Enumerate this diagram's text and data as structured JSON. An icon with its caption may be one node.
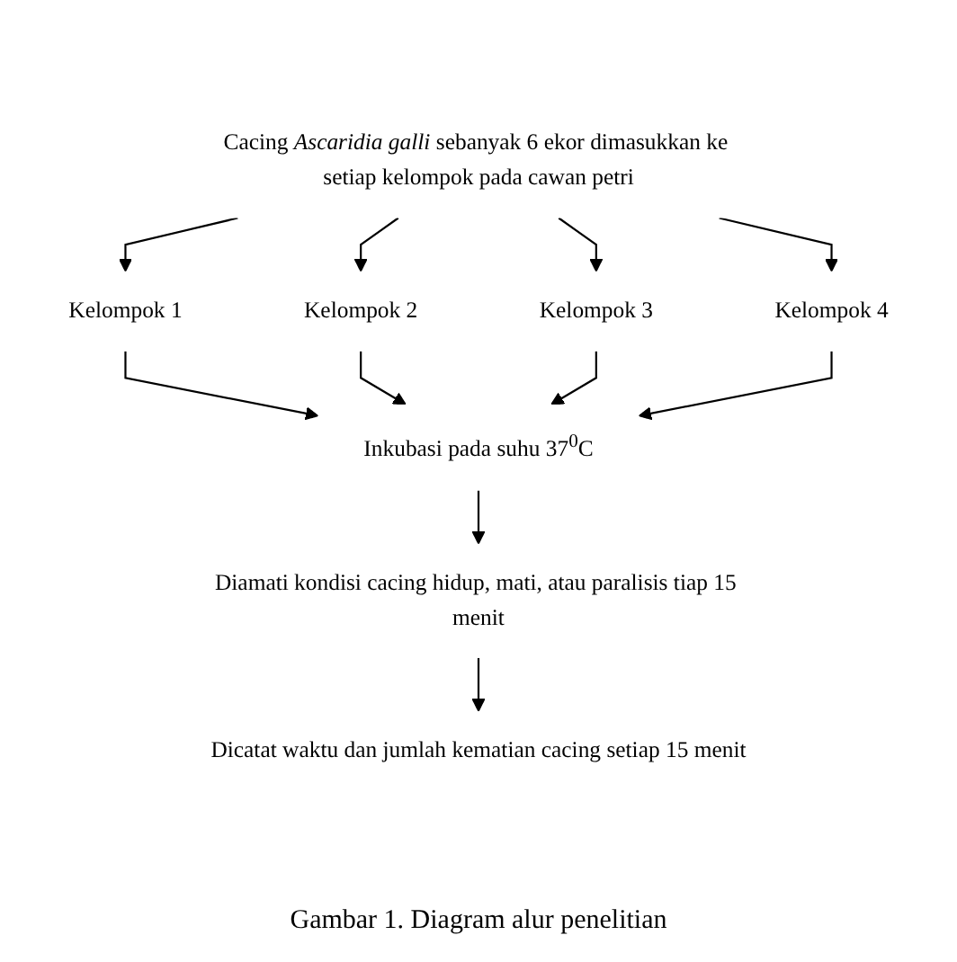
{
  "diagram": {
    "caption": "Gambar 1. Diagram alur penelitian",
    "nodes": [
      {
        "text": [
          "Cacing *Ascaridia galli* sebanyak 6 ekor dimasukkan ke setiap kelompok pada cawan petri"
        ]
      },
      {
        "text": [
          "Kelompok 1"
        ]
      },
      {
        "text": [
          "Kelompok 2"
        ]
      },
      {
        "text": [
          "Kelompok 3"
        ]
      },
      {
        "text": [
          "Kelompok 4"
        ]
      },
      {
        "text": [
          "Inkubasi pada suhu 37$^{0}$C"
        ]
      },
      {
        "text": [
          "Diamati kondisi cacing hidup, mati, atau paralisis tiap 15 menit"
        ]
      },
      {
        "text": [
          "Dicatat waktu dan jumlah kematian cacing setiap 15 menit"
        ]
      }
    ],
    "edges": [
      {
        "from": 0,
        "to": 1,
        "arrow": "to"
      },
      {
        "from": 0,
        "to": 2,
        "arrow": "to"
      },
      {
        "from": 0,
        "to": 3,
        "arrow": "to"
      },
      {
        "from": 0,
        "to": 4,
        "arrow": "to"
      },
      {
        "from": 1,
        "to": 5,
        "arrow": "to"
      },
      {
        "from": 2,
        "to": 5,
        "arrow": "to"
      },
      {
        "from": 3,
        "to": 5,
        "arrow": "to"
      },
      {
        "from": 4,
        "to": 5,
        "arrow": "to"
      },
      {
        "from": 5,
        "to": 6,
        "arrow": "to"
      },
      {
        "from": 6,
        "to": 7,
        "arrow": "to"
      }
    ]
  }
}
